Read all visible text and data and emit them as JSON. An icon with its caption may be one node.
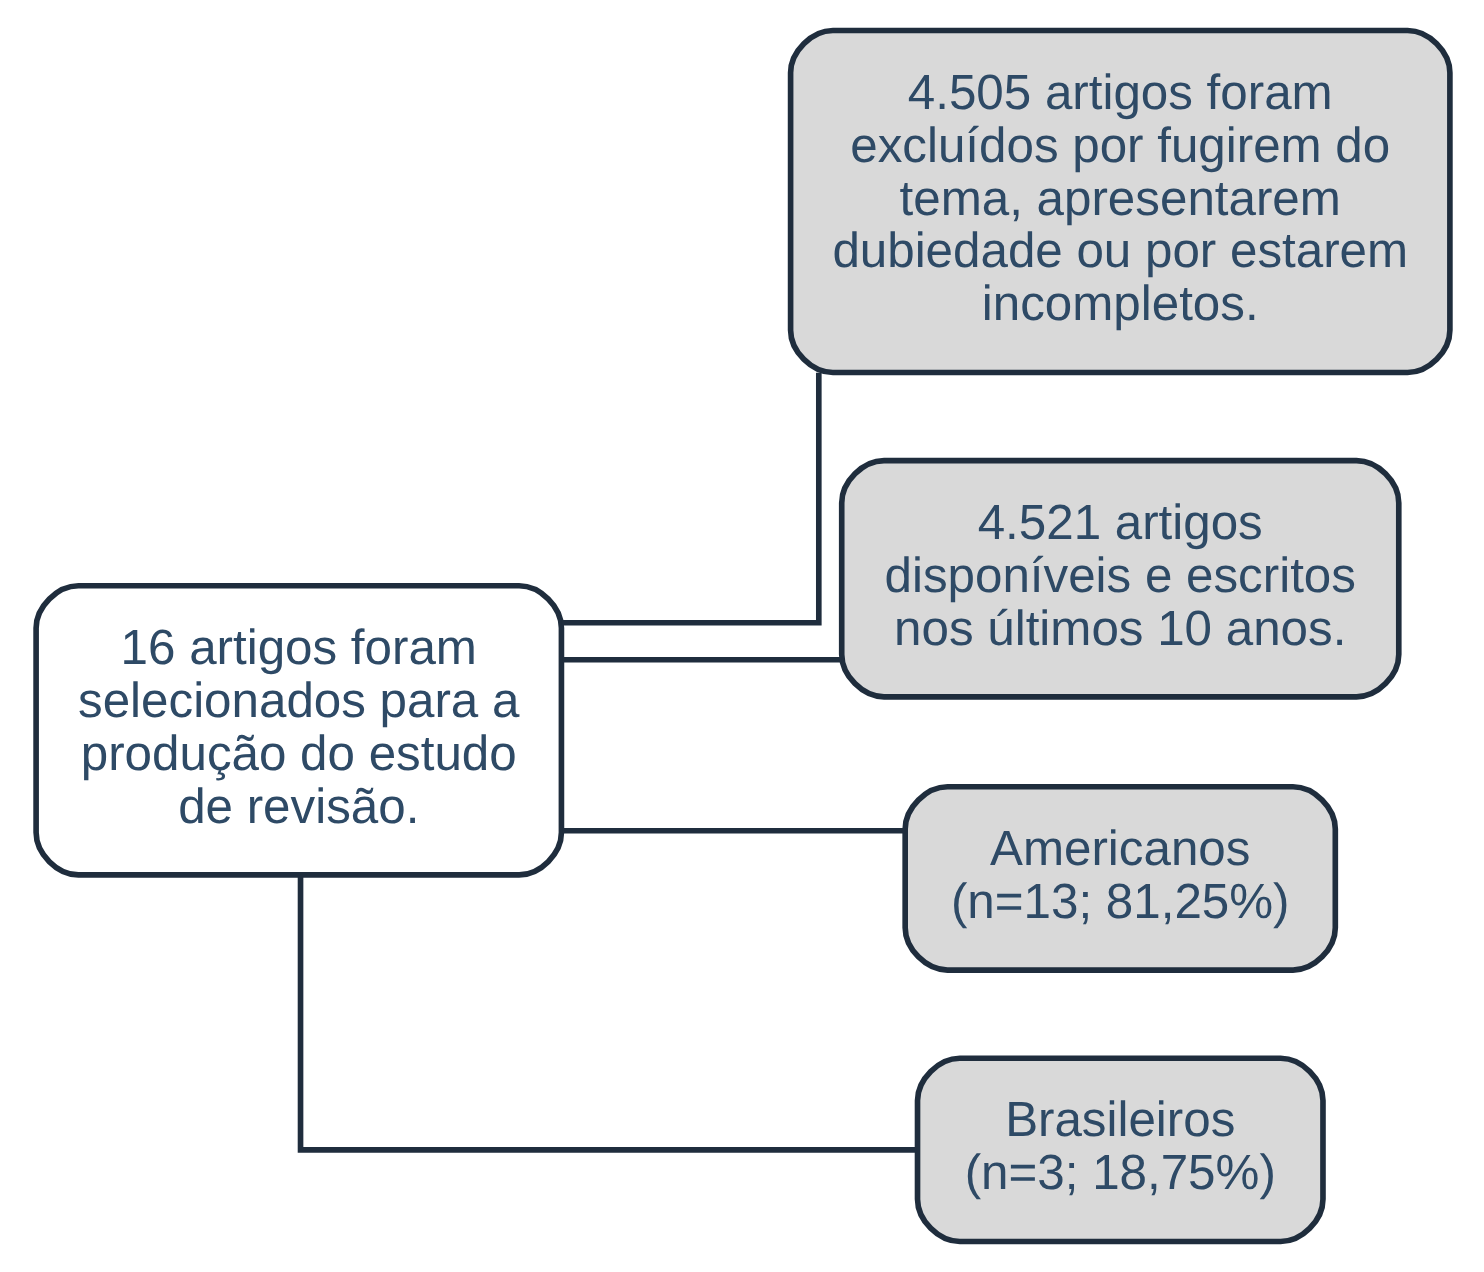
{
  "diagram": {
    "nodes": [
      {
        "text": [
          "16 artigos foram selecionados para a produção do estudo de revisão."
        ]
      },
      {
        "text": [
          "4.505 artigos foram excluídos por fugirem do tema, apresentarem dubiedade ou por estarem incompletos."
        ]
      },
      {
        "text": [
          "4.521 artigos disponíveis e escritos nos últimos 10 anos."
        ]
      },
      {
        "text": [
          "Americanos (n=13; 81,25%)"
        ]
      },
      {
        "text": [
          "Brasileiros (n=3; 18,75%)"
        ]
      }
    ],
    "edges": [
      {
        "from": 0,
        "to": 1,
        "arrow": "none"
      },
      {
        "from": 0,
        "to": 2,
        "arrow": "none"
      },
      {
        "from": 0,
        "to": 3,
        "arrow": "none"
      },
      {
        "from": 0,
        "to": 4,
        "arrow": "none"
      }
    ]
  }
}
